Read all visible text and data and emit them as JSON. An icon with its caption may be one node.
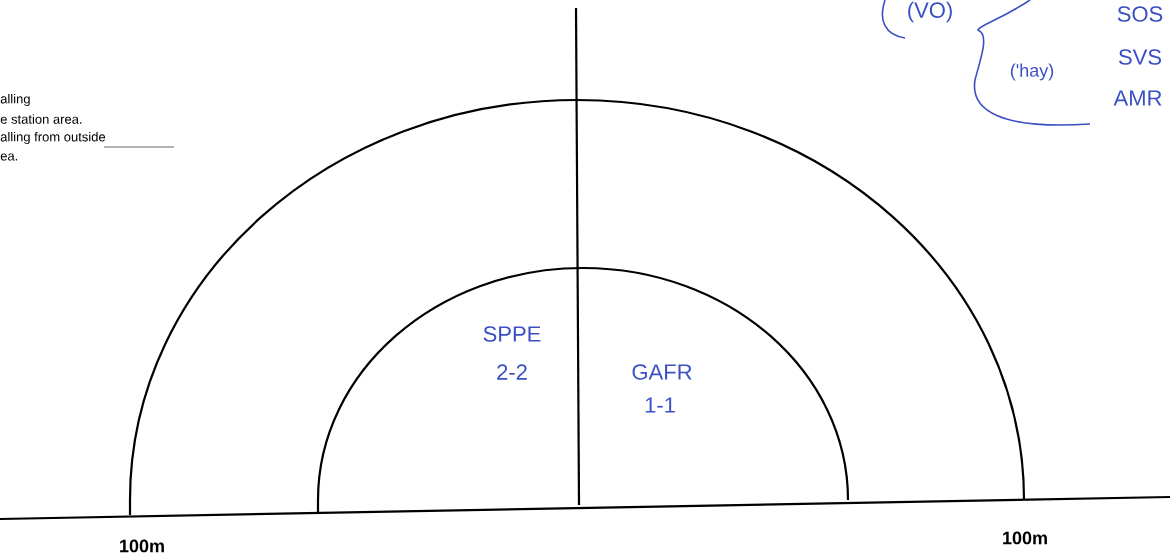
{
  "diagram": {
    "labels": [
      "(VO)",
      "SOS",
      "('hay)",
      "SVS",
      "AMR",
      "alling",
      "e station area.",
      "alling from outside",
      "ea.",
      "SPPE",
      "2-2",
      "GAFR",
      "1-1",
      "100m",
      "100m"
    ]
  }
}
